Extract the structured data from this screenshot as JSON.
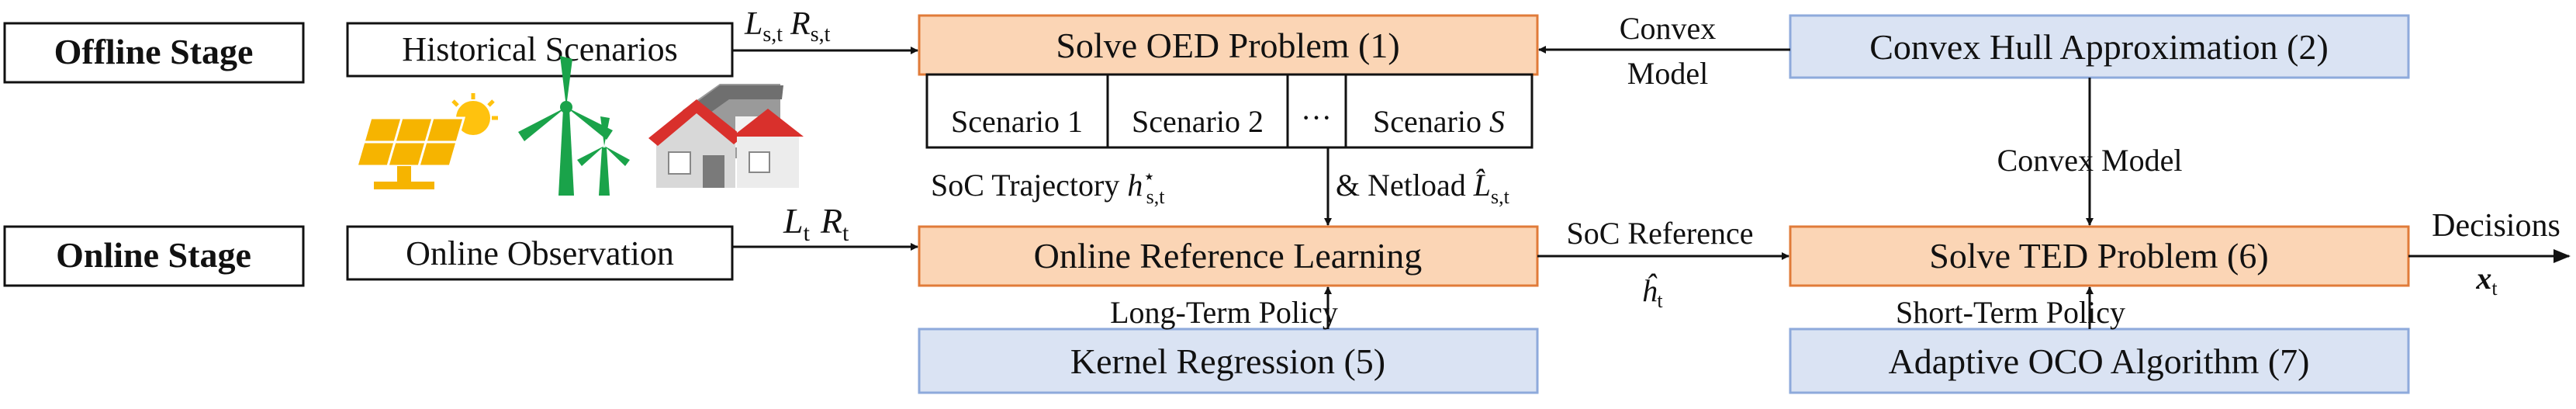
{
  "stages": {
    "offline": "Offline Stage",
    "online": "Online Stage"
  },
  "inputs": {
    "historical": "Historical Scenarios",
    "online_observation": "Online Observation"
  },
  "blocks": {
    "solve_oed": "Solve OED Problem (1)",
    "convex_hull": "Convex Hull Approximation (2)",
    "online_ref": "Online Reference Learning",
    "solve_ted": "Solve TED Problem (6)",
    "kernel": "Kernel Regression (5)",
    "adaptive_oco": "Adaptive OCO Algorithm (7)"
  },
  "scenarios": {
    "s1": "Scenario 1",
    "s2": "Scenario 2",
    "dots": "···",
    "sS_prefix": "Scenario",
    "sS_var": "S"
  },
  "edge_labels": {
    "convex_model_top_1": "Convex",
    "convex_model_top_2": "Model",
    "convex_model_right": "Convex Model",
    "soc_traj_prefix": "SoC Trajectory",
    "soc_traj_h": "h",
    "soc_traj_sub": "s,t",
    "soc_traj_sup": "⋆",
    "netload_amp": "& Netload",
    "netload_L": "L̂",
    "netload_sub": "s,t",
    "L_hist": "L",
    "L_hist_sub": "s,t",
    "R_hist": "R",
    "R_hist_sub": "s,t",
    "L_online": "L",
    "L_online_sub": "t",
    "R_online": "R",
    "R_online_sub": "t",
    "soc_reference": "SoC Reference",
    "h_hat": "ĥ",
    "h_hat_sub": "t",
    "decisions": "Decisions",
    "x_var": "x",
    "x_sub": "t",
    "long_term": "Long-Term Policy",
    "short_term": "Short-Term Policy"
  },
  "icons": [
    "solar-panel-icon",
    "wind-turbine-icon",
    "houses-icon"
  ],
  "colors": {
    "orange_fill": "#fbd5b5",
    "orange_stroke": "#e07b39",
    "blue_fill": "#dae3f3",
    "blue_stroke": "#8eaadb",
    "solar": "#f6b400",
    "sun": "#ffc20e",
    "wind": "#1aa34a",
    "roof": "#d9302c"
  }
}
